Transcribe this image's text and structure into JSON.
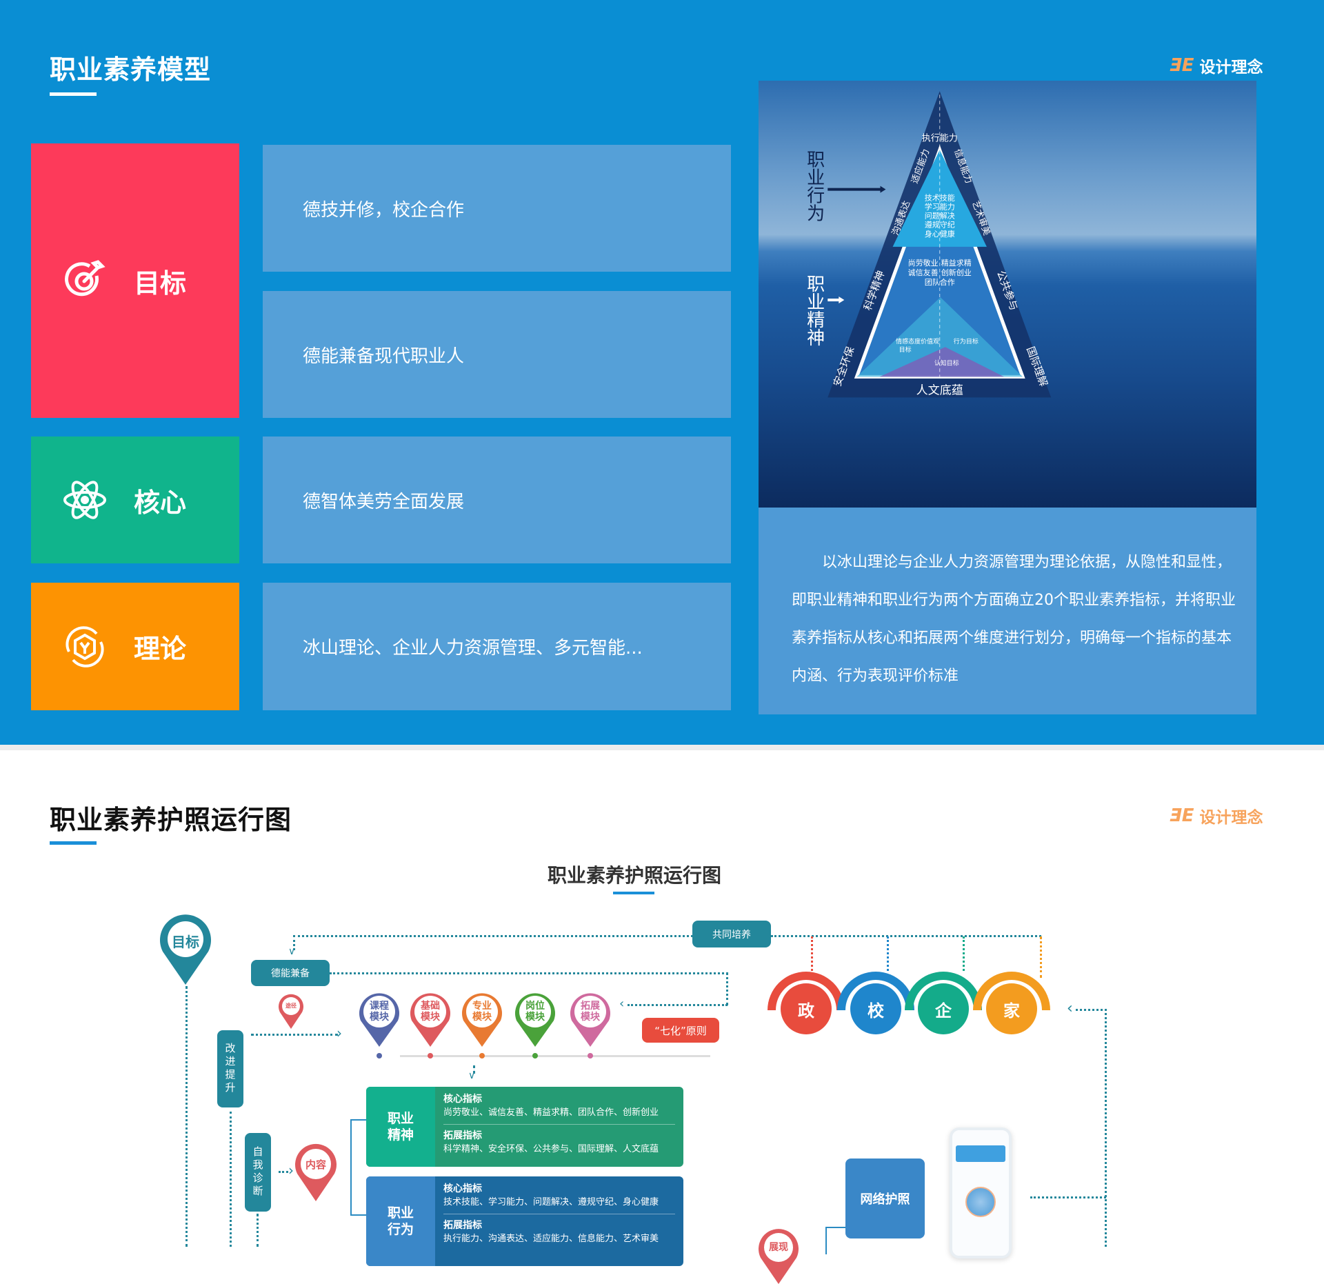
{
  "section1": {
    "title": "职业素养模型",
    "design_label": "设计理念",
    "tiles": [
      {
        "label": "目标",
        "color": "#fd3a5a",
        "items": [
          "德技并修，校企合作",
          "德能兼备现代职业人"
        ]
      },
      {
        "label": "核心",
        "color": "#10b48c",
        "items": [
          "德智体美劳全面发展"
        ]
      },
      {
        "label": "理论",
        "color": "#fd9302",
        "items": [
          "冰山理论、企业人力资源管理、多元智能..."
        ]
      }
    ],
    "iceberg": {
      "behavior_label": "职业行为",
      "spirit_label": "职业精神",
      "outer": [
        "执行能力",
        "适应能力",
        "信息能力",
        "沟通表达",
        "艺术审美",
        "科学精神",
        "公共参与",
        "安全环保",
        "国际理解",
        "人文底蕴"
      ],
      "inner_top": [
        "技术技能",
        "学习能力",
        "问题解决",
        "遵规守纪",
        "身心健康"
      ],
      "inner_mid": [
        "尚劳敬业",
        "精益求精",
        "诚信友善",
        "创新创业",
        "团队合作"
      ],
      "goals": [
        "情感态度价值观",
        "目标",
        "行为目标",
        "认知目标"
      ]
    },
    "description": "以冰山理论与企业人力资源管理为理论依据，从隐性和显性，即职业精神和职业行为两个方面确立20个职业素养指标，并将职业素养指标从核心和拓展两个维度进行划分，明确每一个指标的基本内涵、行为表现评价标准"
  },
  "section2": {
    "title": "职业素养护照运行图",
    "design_label": "设计理念",
    "diagram_title": "职业素养护照运行图",
    "goal_pin": "目标",
    "co_cultivate": "共同培养",
    "virtue": "德能兼备",
    "path_pin": "途径",
    "improve": "改进提升",
    "self_diag": "自我诊断",
    "content_pin": "内容",
    "show_pin": "展现",
    "seven_principle": "“七化”原则",
    "modules": [
      {
        "label": "课程模块",
        "color": "#5566a8"
      },
      {
        "label": "基础模块",
        "color": "#de5a5e"
      },
      {
        "label": "专业模块",
        "color": "#e87a32"
      },
      {
        "label": "岗位模块",
        "color": "#4aa23a"
      },
      {
        "label": "拓展模块",
        "color": "#cf6a9e"
      }
    ],
    "parties": [
      {
        "label": "政",
        "color": "#e84c3d"
      },
      {
        "label": "校",
        "color": "#1f86cc"
      },
      {
        "label": "企",
        "color": "#14ab8a"
      },
      {
        "label": "家",
        "color": "#f39c1f"
      }
    ],
    "spirit": {
      "label": "职业精神",
      "core_title": "核心指标",
      "core": "尚劳敬业、诚信友善、精益求精、团队合作、创新创业",
      "ext_title": "拓展指标",
      "ext": "科学精神、安全环保、公共参与、国际理解、人文底蕴"
    },
    "behavior": {
      "label": "职业行为",
      "core_title": "核心指标",
      "core": "技术技能、学习能力、问题解决、遵规守纪、身心健康",
      "ext_title": "拓展指标",
      "ext": "执行能力、沟通表达、适应能力、信息能力、艺术审美"
    },
    "network_passport": "网络护照"
  }
}
